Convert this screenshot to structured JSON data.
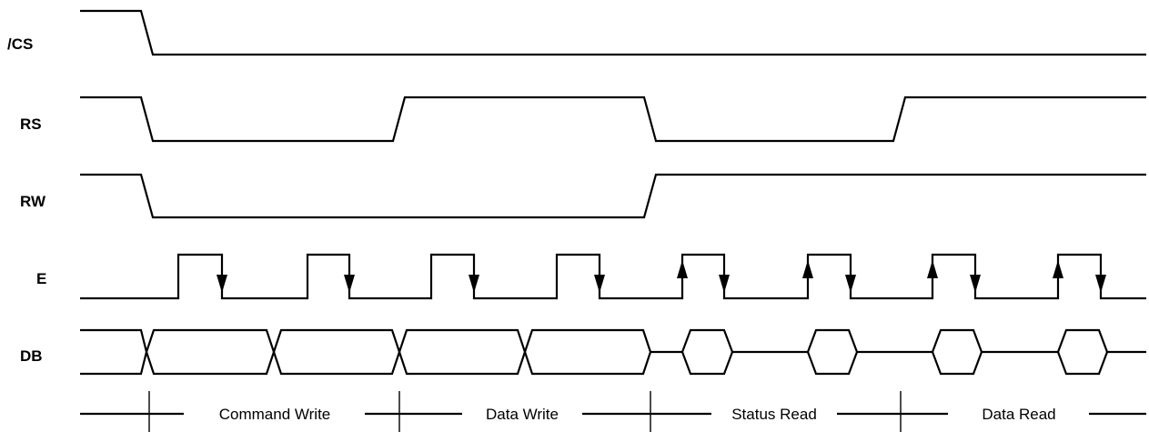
{
  "signals": [
    {
      "id": "cs",
      "label": "/CS"
    },
    {
      "id": "rs",
      "label": "RS"
    },
    {
      "id": "rw",
      "label": "RW"
    },
    {
      "id": "e",
      "label": "E"
    },
    {
      "id": "db",
      "label": "DB"
    }
  ],
  "phases": [
    {
      "label": "Command Write"
    },
    {
      "label": "Data Write"
    },
    {
      "label": "Status Read"
    },
    {
      "label": "Data Read"
    }
  ],
  "edge_markers": [
    "falling",
    "falling",
    "falling",
    "falling",
    "rising",
    "falling",
    "rising",
    "falling",
    "rising",
    "falling",
    "rising",
    "falling"
  ],
  "colors": {
    "line": "#000000",
    "background": "#ffffff"
  }
}
